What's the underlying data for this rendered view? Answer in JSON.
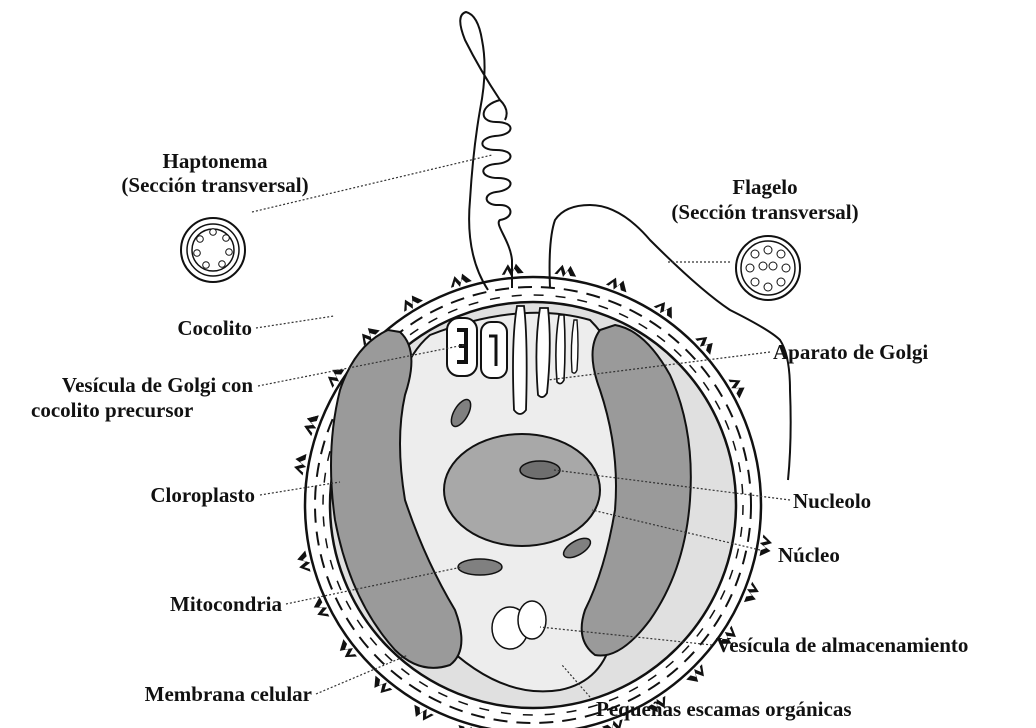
{
  "labels": {
    "haptonema_title": "Haptonema",
    "haptonema_sub": "(Sección transversal)",
    "flagelo_title": "Flagelo",
    "flagelo_sub": "(Sección transversal)",
    "cocolito": "Cocolito",
    "vesicula_golgi_1": "Vesícula de Golgi con",
    "vesicula_golgi_2": "cocolito precursor",
    "cloroplasto": "Cloroplasto",
    "mitocondria": "Mitocondria",
    "membrana": "Membrana celular",
    "aparato_golgi": "Aparato de Golgi",
    "nucleolo": "Nucleolo",
    "nucleo": "Núcleo",
    "almacenamiento": "Vesícula de almacenamiento",
    "escamas": "Pequeñas escamas orgánicas"
  },
  "colors": {
    "cytoplasm": "#e0e0e0",
    "chloroplast": "#9a9a9a",
    "nucleus": "#a8a8a8",
    "organelle": "#808080",
    "outline": "#111111"
  }
}
